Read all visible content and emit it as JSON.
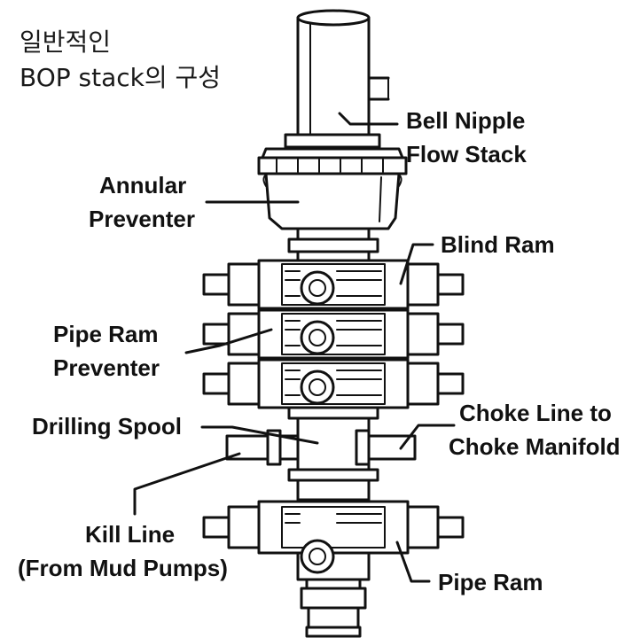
{
  "title": {
    "line1": "일반적인",
    "line2": "BOP stack의 구성"
  },
  "labels": {
    "bell_nipple_1": "Bell Nipple",
    "bell_nipple_2": "Flow Stack",
    "annular_1": "Annular",
    "annular_2": "Preventer",
    "blind_ram": "Blind Ram",
    "pipe_ram_preventer_1": "Pipe Ram",
    "pipe_ram_preventer_2": "Preventer",
    "drilling_spool": "Drilling Spool",
    "choke_line_1": "Choke Line to",
    "choke_line_2": "Choke Manifold",
    "kill_line_1": "Kill Line",
    "kill_line_2": "(From Mud Pumps)",
    "pipe_ram": "Pipe Ram"
  }
}
